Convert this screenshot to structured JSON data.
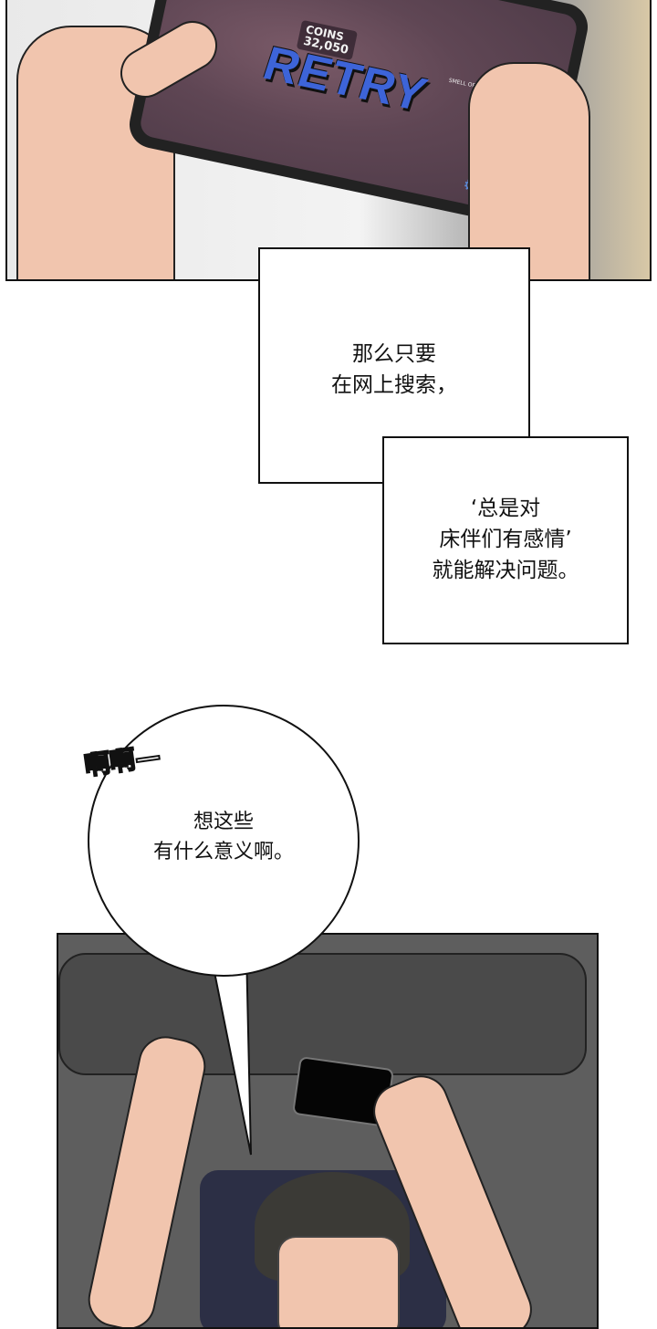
{
  "top_panel": {
    "game": {
      "coins_label": "COINS",
      "coins_value": "32,050",
      "chapter_title": "CHAPTER 2",
      "chapter_subtitle": "SMELL OF FINGER MONSTER'S TALE",
      "retry_label": "RETRY",
      "gear_icon": "gear-icon"
    }
  },
  "captions": [
    {
      "lines": [
        "那么只要",
        "在网上搜索，"
      ]
    },
    {
      "lines": [
        "‘总是对",
        "床伴们有感情’",
        "就能解决问题。"
      ]
    }
  ],
  "sfx": "啊啊—",
  "speech_bubble": {
    "lines": [
      "想这些",
      "有什么意义啊。"
    ]
  }
}
